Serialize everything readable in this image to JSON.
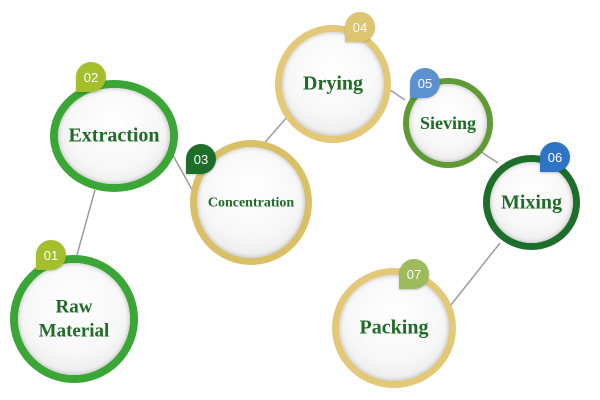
{
  "steps": [
    {
      "number": "01",
      "label_line1": "Raw",
      "label_line2": "Material",
      "ring": "#3aa635",
      "badge": "#a4be2c"
    },
    {
      "number": "02",
      "label_line1": "Extraction",
      "label_line2": "",
      "ring": "#3aa635",
      "badge": "#a4be2c"
    },
    {
      "number": "03",
      "label_line1": "Concentration",
      "label_line2": "",
      "ring": "#d9c066",
      "badge": "#1e6e2b"
    },
    {
      "number": "04",
      "label_line1": "Drying",
      "label_line2": "",
      "ring": "#e3c878",
      "badge": "#dcc56f"
    },
    {
      "number": "05",
      "label_line1": "Sieving",
      "label_line2": "",
      "ring": "#5f9a34",
      "badge": "#5b91cf"
    },
    {
      "number": "06",
      "label_line1": "Mixing",
      "label_line2": "",
      "ring": "#1e6e2b",
      "badge": "#2d74c4"
    },
    {
      "number": "07",
      "label_line1": "Packing",
      "label_line2": "",
      "ring": "#e3c878",
      "badge": "#9bbb5c"
    }
  ],
  "label_color": "#1f6b27",
  "connector_color": "#9c9c9c"
}
